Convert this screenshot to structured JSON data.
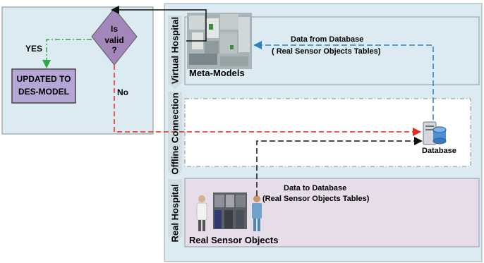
{
  "decision": {
    "text_lines": [
      "Is",
      "valid",
      "?"
    ],
    "yes_label": "YES",
    "no_label": "No"
  },
  "process_box": {
    "text_lines": [
      "UPDATED TO",
      "DES-MODEL"
    ]
  },
  "lanes": {
    "virtual": "Virtual Hospital",
    "offline": "Offline Connection",
    "real": "Real Hospital"
  },
  "labels": {
    "meta_models": "Meta-Models",
    "data_from_db_line1": "Data from Database",
    "data_from_db_line2": "( Real Sensor Objects Tables)",
    "database": "Database",
    "data_to_db_line1": "Data to Database",
    "data_to_db_line2": "(Real Sensor Objects Tables)",
    "real_sensor_objects": "Real Sensor Objects"
  },
  "colors": {
    "panel_bg": "#dcebf1",
    "decision_fill": "#a487ba",
    "process_fill": "#b4a7d6",
    "real_lane_fill": "#e6dde9",
    "yes_arrow": "#2ea84a",
    "no_arrow": "#e8261c",
    "db_arrow": "#2f7fc8",
    "sensor_arrow": "#111111"
  }
}
